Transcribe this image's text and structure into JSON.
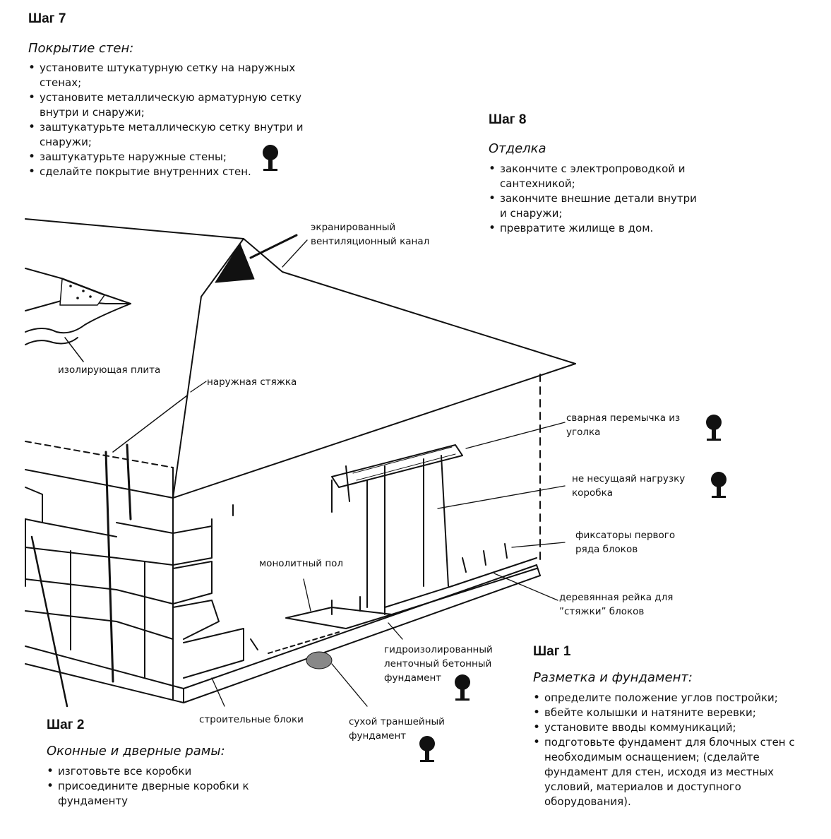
{
  "step7": {
    "title": "Шаг 7",
    "subtitle": "Покрытие стен:",
    "items": [
      "установите штукатурную сетку на наружных стенах;",
      "установите металлическую арматурную сетку внутри и снаружи;",
      "заштукатурьте металлическую сетку внутри и снаружи;",
      "заштукатурьте наружные стены;",
      "сделайте покрытие внутренних стен."
    ]
  },
  "step8": {
    "title": "Шаг 8",
    "subtitle": "Отделка",
    "items": [
      "закончите с электропроводкой и сантехникой;",
      "закончите внешние детали внутри и снаружи;",
      "превратите жилище в дом."
    ]
  },
  "step1": {
    "title": "Шаг 1",
    "subtitle": "Разметка и фундамент:",
    "items": [
      "определите положение углов постройки;",
      "вбейте колышки и натяните веревки;",
      "установите вводы коммуникаций;",
      "подготовьте фундамент для блочных стен с необходимым оснащением; (сделайте фундамент для стен, исходя из местных условий, материалов и доступного оборудования)."
    ]
  },
  "step2": {
    "title": "Шаг 2",
    "subtitle": "Оконные и дверные рамы:",
    "items": [
      "изготовьте все коробки",
      "присоедините дверные коробки к фундаменту"
    ]
  },
  "labels": {
    "vent": [
      "экранированный",
      "вентиляционный канал"
    ],
    "insulation": "изолирующая плита",
    "outer_tie": "наружная стяжка",
    "lintel": [
      "сварная перемычка из",
      "уголка"
    ],
    "frame": [
      "не несущаяй нагрузку",
      "коробка"
    ],
    "fixators": [
      "фиксаторы первого",
      "ряда блоков"
    ],
    "monolithic_floor": "монолитный пол",
    "wood_rail": [
      "деревянная рейка для",
      "”стяжки” блоков"
    ],
    "foundation": [
      "гидроизолированный",
      "ленточный бетонный",
      "фундамент"
    ],
    "blocks": "строительные блоки",
    "dry_trench": [
      "сухой траншейный",
      "фундамент"
    ]
  },
  "icons": [
    "tree-icon",
    "tree-icon",
    "tree-icon",
    "tree-icon",
    "tree-icon",
    "tree-icon"
  ]
}
